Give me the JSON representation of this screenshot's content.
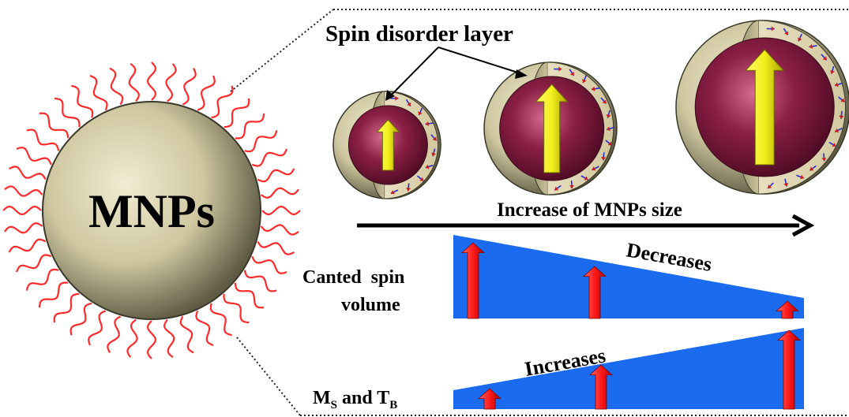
{
  "main_particle": {
    "label": "MNPs"
  },
  "annotation": {
    "spin_disorder_label": "Spin disorder layer"
  },
  "size_axis": {
    "label": "Increase of MNPs size"
  },
  "canted_spin": {
    "label_line1": "Canted  spin",
    "label_line2": "volume",
    "trend": "Decreases"
  },
  "ms_tb": {
    "label_m": "M",
    "label_m_sub": "S",
    "label_and": " and T",
    "label_t_sub": "B",
    "trend": "Increases"
  },
  "colors": {
    "shell": "#cfc7a0",
    "core": "#8c1f45",
    "moment_arrow": "#f3ee1a",
    "ligand": "#ff2a2a",
    "wedge_fill": "#1a6bf0",
    "wedge_arrow": "#ff1a1a"
  }
}
